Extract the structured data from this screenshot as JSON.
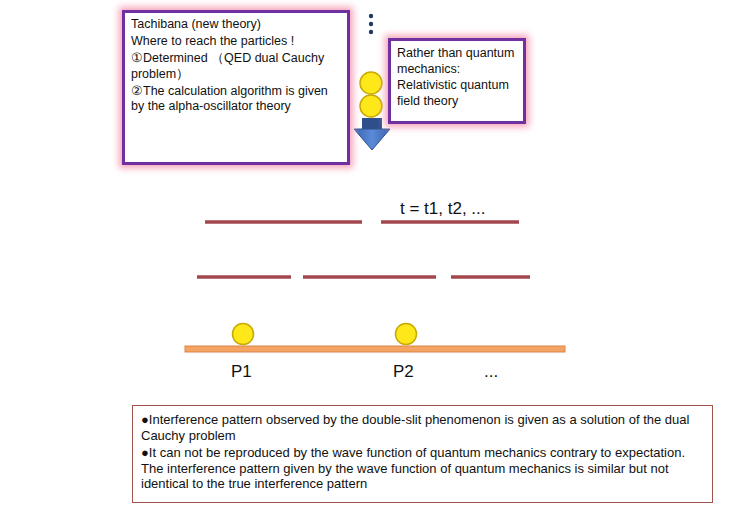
{
  "diagram": {
    "nodes": [
      {
        "text": [
          "Tachibana (new theory)",
          "Where to reach the particles !",
          "①Determined （QED dual Cauchy problem）",
          "②The calculation algorithm is given by the alpha-oscillator theory"
        ]
      },
      {
        "text": [
          "Rather than quantum mechanics: Relativistic quantum field theory"
        ]
      },
      {
        "text": [
          "●Interference pattern observed by the double-slit phenomenon is given as a solution of the dual Cauchy problem",
          "●It can not be reproduced by the wave function of quantum mechanics contrary to expectation. The interference pattern given by the wave function of quantum mechanics is similar but not identical to the true interference pattern"
        ]
      }
    ],
    "labels": [
      "t = t1, t2, ...",
      "P1",
      "P2",
      "..."
    ]
  }
}
